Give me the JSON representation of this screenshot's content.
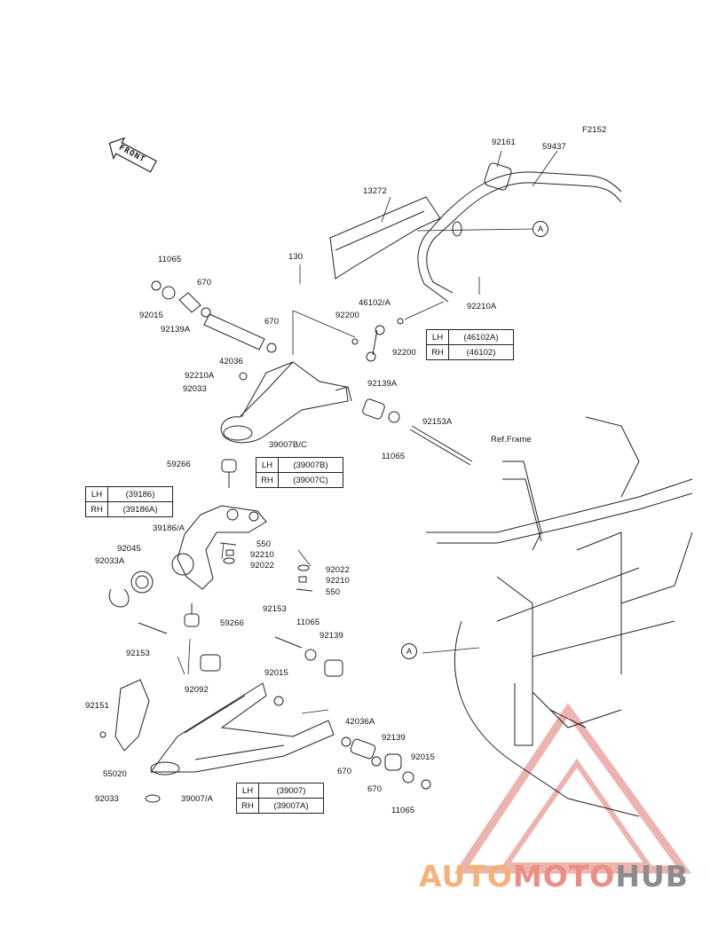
{
  "figure_code": "F2152",
  "front_label": "FRONT",
  "ref_frame": "Ref.Frame",
  "callout": "A",
  "parts": {
    "p92161": "92161",
    "p59437": "59437",
    "p13272": "13272",
    "p130": "130",
    "p11065_top": "11065",
    "p670_top": "670",
    "p92015_top": "92015",
    "p92139A_top": "92139A",
    "p670_mid": "670",
    "p42036": "42036",
    "p92210A_left": "92210A",
    "p92033": "92033",
    "p92200_a": "92200",
    "p46102A": "46102/A",
    "p92200_b": "92200",
    "p92210A_right": "92210A",
    "p92139A_mid": "92139A",
    "p39007BC": "39007B/C",
    "p11065_mid": "11065",
    "p92153A": "92153A",
    "p59266_top": "59266",
    "p39186A": "39186/A",
    "p550_a": "550",
    "p92210_a": "92210",
    "p92022_a": "92022",
    "p92045": "92045",
    "p92033A": "92033A",
    "p92022_b": "92022",
    "p92210_b": "92210",
    "p550_b": "550",
    "p92153_mid": "92153",
    "p11065_low": "11065",
    "p92139_low": "92139",
    "p59266_low": "59266",
    "p92153_left": "92153",
    "p92092": "92092",
    "p92015_low": "92015",
    "p92151": "92151",
    "p42036A": "42036A",
    "p92139_bot": "92139",
    "p92015_bot": "92015",
    "p55020": "55020",
    "p670_bot1": "670",
    "p670_bot2": "670",
    "p11065_bot": "11065",
    "p92033_bot": "92033",
    "p39007A": "39007/A"
  },
  "tables": {
    "stab": {
      "rows": [
        {
          "side": "LH",
          "code": "(46102A)"
        },
        {
          "side": "RH",
          "code": "(46102)"
        }
      ]
    },
    "upper": {
      "rows": [
        {
          "side": "LH",
          "code": "(39007B)"
        },
        {
          "side": "RH",
          "code": "(39007C)"
        }
      ]
    },
    "knuckle": {
      "rows": [
        {
          "side": "LH",
          "code": "(39186)"
        },
        {
          "side": "RH",
          "code": "(39186A)"
        }
      ]
    },
    "lower": {
      "rows": [
        {
          "side": "LH",
          "code": "(39007)"
        },
        {
          "side": "RH",
          "code": "(39007A)"
        }
      ]
    }
  },
  "watermark": {
    "part1": "AUTO",
    "part2": "MOTO",
    "part3": "HUB",
    "colors": {
      "orange": "#f4b27a",
      "red": "#ec8d86",
      "gray": "#8c8c8c"
    }
  }
}
